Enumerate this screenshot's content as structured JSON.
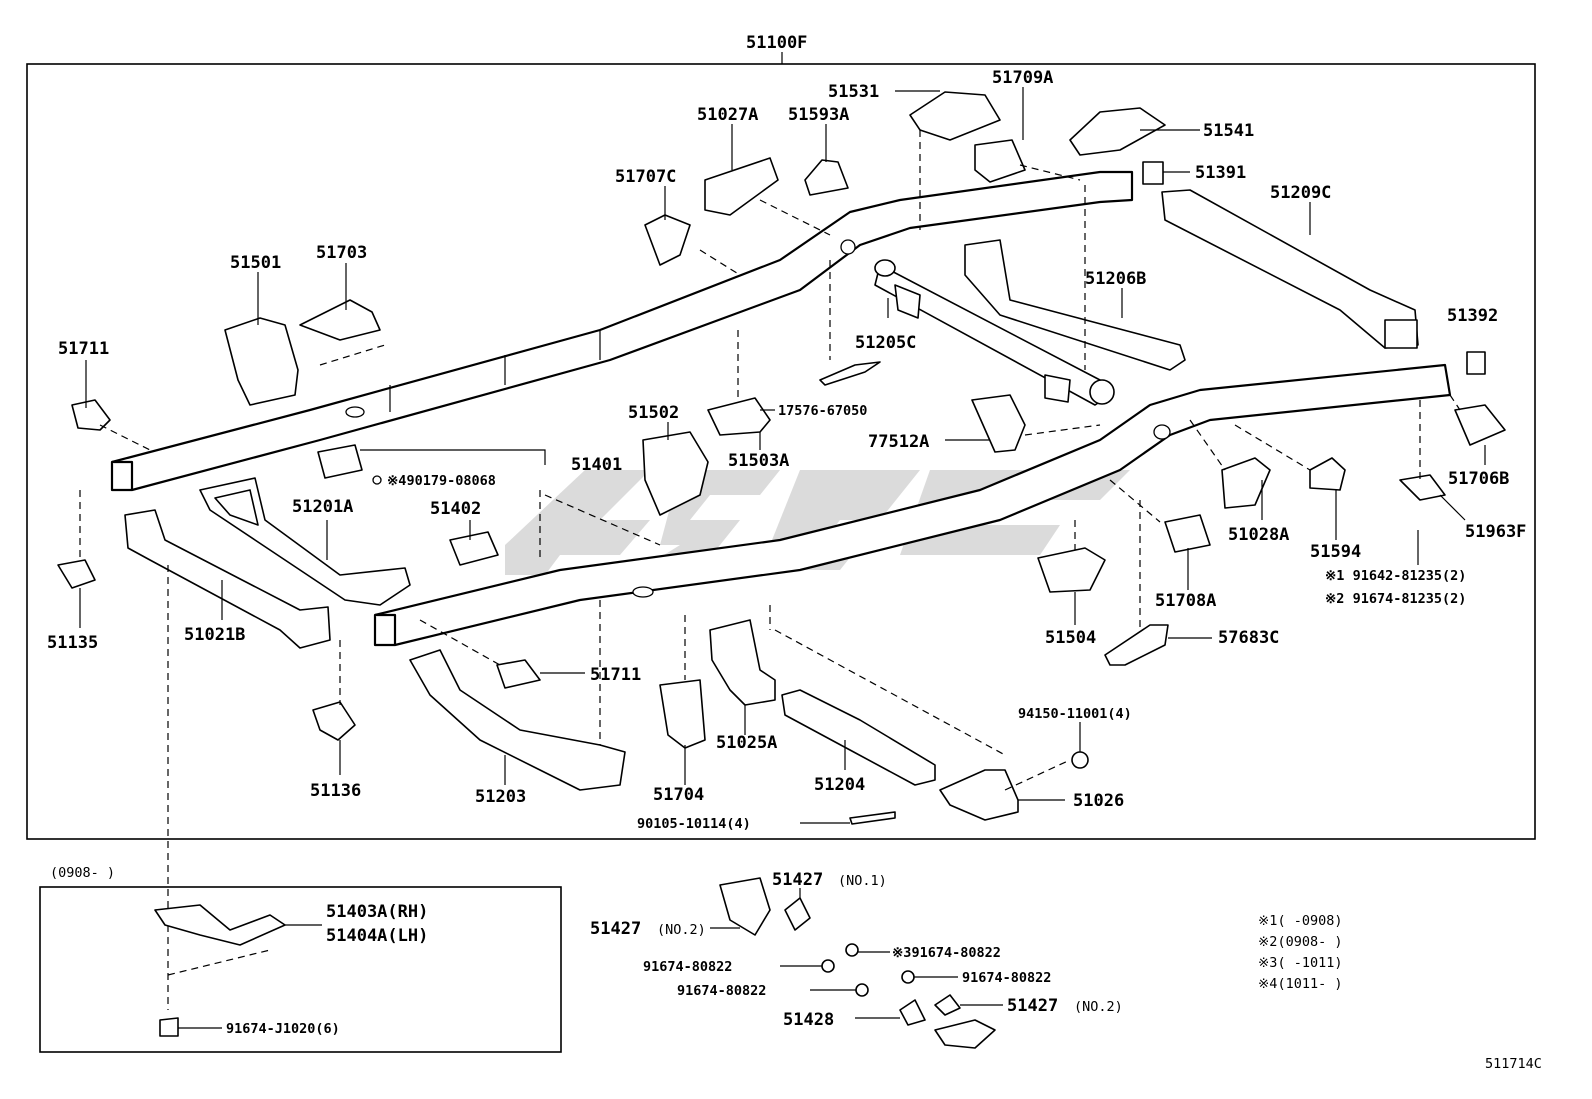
{
  "top_label": "51100F",
  "figure_id": "511714C",
  "labels": {
    "l51711a": "51711",
    "l51501": "51501",
    "l51703": "51703",
    "l51707c": "51707C",
    "l51027a": "51027A",
    "l51593a": "51593A",
    "l51531": "51531",
    "l51709a": "51709A",
    "l51541": "51541",
    "l51391": "51391",
    "l51209c": "51209C",
    "l51206b": "51206B",
    "l51205c": "51205C",
    "l51392": "51392",
    "l17576": "17576-67050",
    "l51503a": "51503A",
    "l77512a": "77512A",
    "l51502": "51502",
    "l51401": "51401",
    "l490179": "※490179-08068",
    "l51201a": "51201A",
    "l51402": "51402",
    "l51135": "51135",
    "l51021b": "51021B",
    "l51706b": "51706B",
    "l51963f": "51963F",
    "l51028a": "51028A",
    "l51594": "51594",
    "l91642": "※1 91642-81235(2)",
    "l91674a": "※2 91674-81235(2)",
    "l51708a": "51708A",
    "l51504": "51504",
    "l57683c": "57683C",
    "l51711b": "51711",
    "l51136": "51136",
    "l51203": "51203",
    "l51704": "51704",
    "l51025a": "51025A",
    "l51204": "51204",
    "l94150": "94150-11001(4)",
    "l51026": "51026",
    "l90105": "90105-10114(4)"
  },
  "inset": {
    "date_label": "(0908-   )",
    "rh_label": "51403A(RH)",
    "lh_label": "51404A(LH)",
    "bolt_label": "91674-J1020(6)"
  },
  "bottom_parts": {
    "p51427_no1": "51427",
    "p51427_no1_note": "(NO.1)",
    "p51427_no2a": "51427",
    "p51427_no2a_note": "(NO.2)",
    "p91674_3": "※391674-80822",
    "p91674_b": "91674-80822",
    "p91674_c": "91674-80822",
    "p91674_d": "91674-80822",
    "p51428": "51428",
    "p51427_no2b": "51427",
    "p51427_no2b_note": "(NO.2)"
  },
  "notes": [
    "※1(     -0908)",
    "※2(0908-     )",
    "※3(     -1011)",
    "※4(1011-     )"
  ]
}
